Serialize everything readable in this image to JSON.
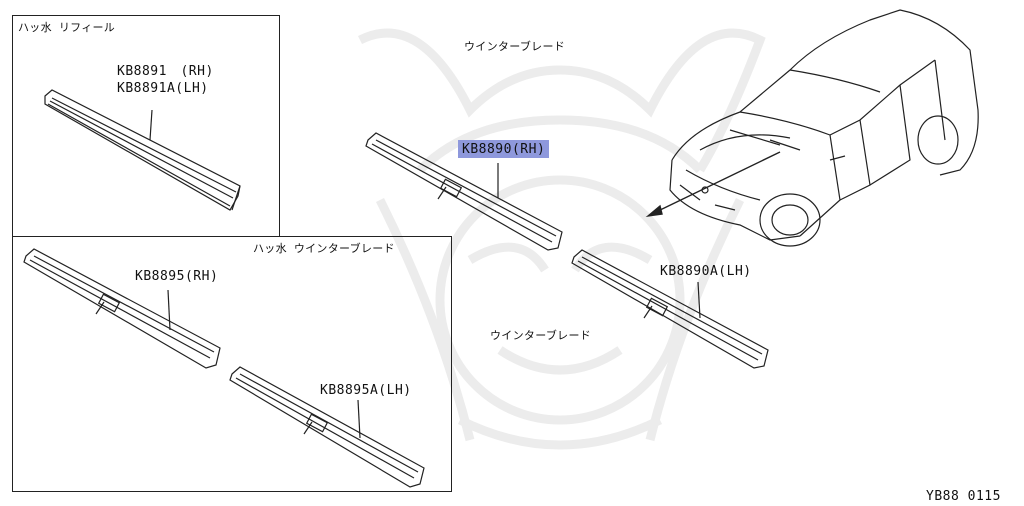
{
  "boxes": {
    "refill": {
      "title": "ハッ水 リフィール"
    },
    "winter": {
      "title": "ハッ水 ウインターブレード"
    }
  },
  "labels": {
    "refill_rh": "KB8891　(RH)",
    "refill_lh": "KB8891A(LH)",
    "winter_rh": "KB8895(RH)",
    "winter_lh": "KB8895A(LH)",
    "main_rh": "KB8890(RH)",
    "main_lh": "KB8890A(LH)",
    "caption_top": "ウインターブレード",
    "caption_mid": "ウインターブレード"
  },
  "diagram_code": "YB88 0115",
  "colors": {
    "highlight": "#8e98dc",
    "line": "#222222",
    "watermark": "#ececec"
  }
}
